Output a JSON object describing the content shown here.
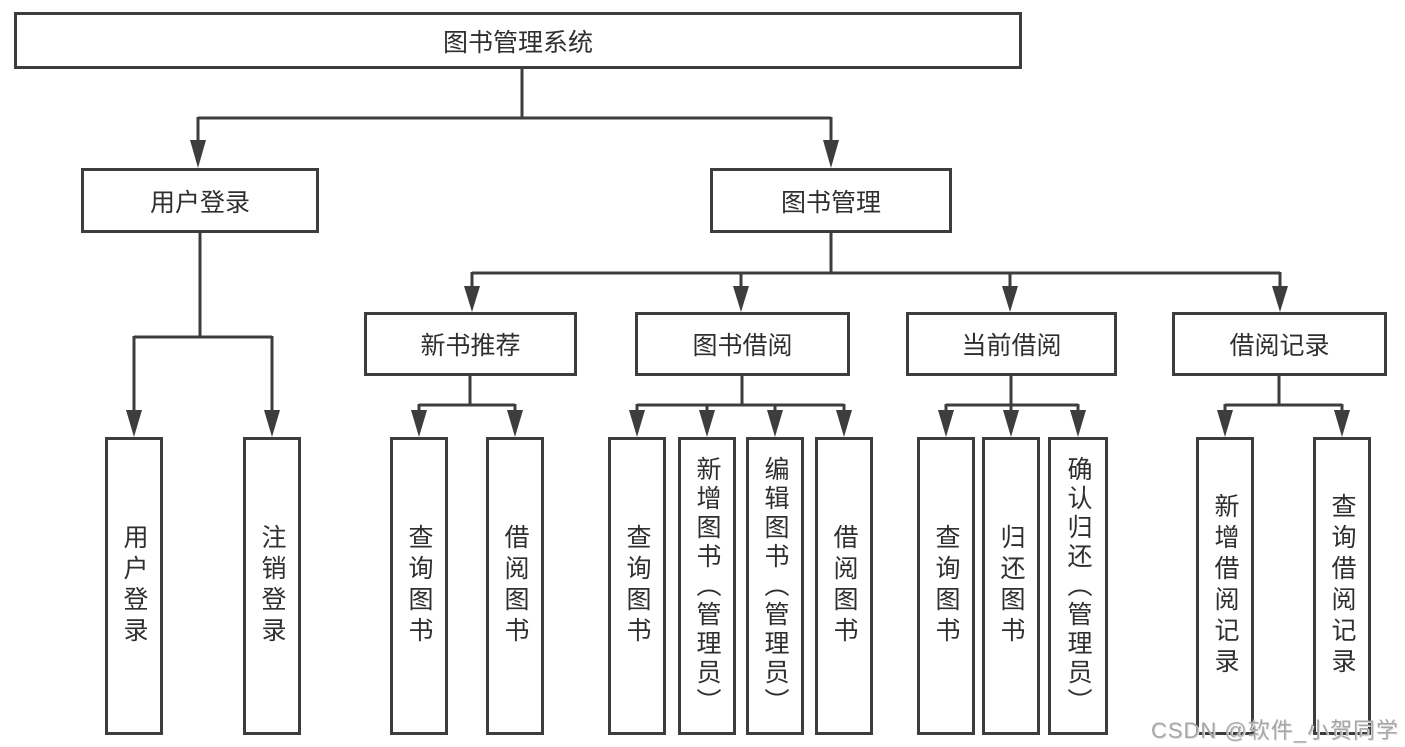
{
  "diagram": {
    "title": "图书管理系统",
    "nodes": {
      "root": "图书管理系统",
      "user_login": "用户登录",
      "book_management": "图书管理",
      "new_book_recommend": "新书推荐",
      "book_borrowing": "图书借阅",
      "current_borrowing": "当前借阅",
      "borrowing_records": "借阅记录",
      "leaf_user_login": "用户登录",
      "leaf_logout": "注销登录",
      "leaf_query_book_recommend": "查询图书",
      "leaf_borrow_book_recommend": "借阅图书",
      "leaf_query_book_borrowing": "查询图书",
      "leaf_add_book_admin": "新增图书（管理员）",
      "leaf_edit_book_admin": "编辑图书（管理员）",
      "leaf_borrow_book_borrowing": "借阅图书",
      "leaf_query_book_current": "查询图书",
      "leaf_return_book": "归还图书",
      "leaf_confirm_return_admin": "确认归还（管理员）",
      "leaf_add_borrow_record": "新增借阅记录",
      "leaf_query_borrow_record": "查询借阅记录"
    },
    "hierarchy": {
      "图书管理系统": {
        "用户登录": [
          "用户登录",
          "注销登录"
        ],
        "图书管理": {
          "新书推荐": [
            "查询图书",
            "借阅图书"
          ],
          "图书借阅": [
            "查询图书",
            "新增图书（管理员）",
            "编辑图书（管理员）",
            "借阅图书"
          ],
          "当前借阅": [
            "查询图书",
            "归还图书",
            "确认归还（管理员）"
          ],
          "借阅记录": [
            "新增借阅记录",
            "查询借阅记录"
          ]
        }
      }
    },
    "colors": {
      "line": "#3d3d3d",
      "box_border": "#3d3d3d",
      "box_fill": "#ffffff",
      "text": "#2f2f2f",
      "background": "#ffffff",
      "watermark_text_color": "#a6a6a6"
    }
  },
  "watermark": "CSDN @软件_小贺同学"
}
